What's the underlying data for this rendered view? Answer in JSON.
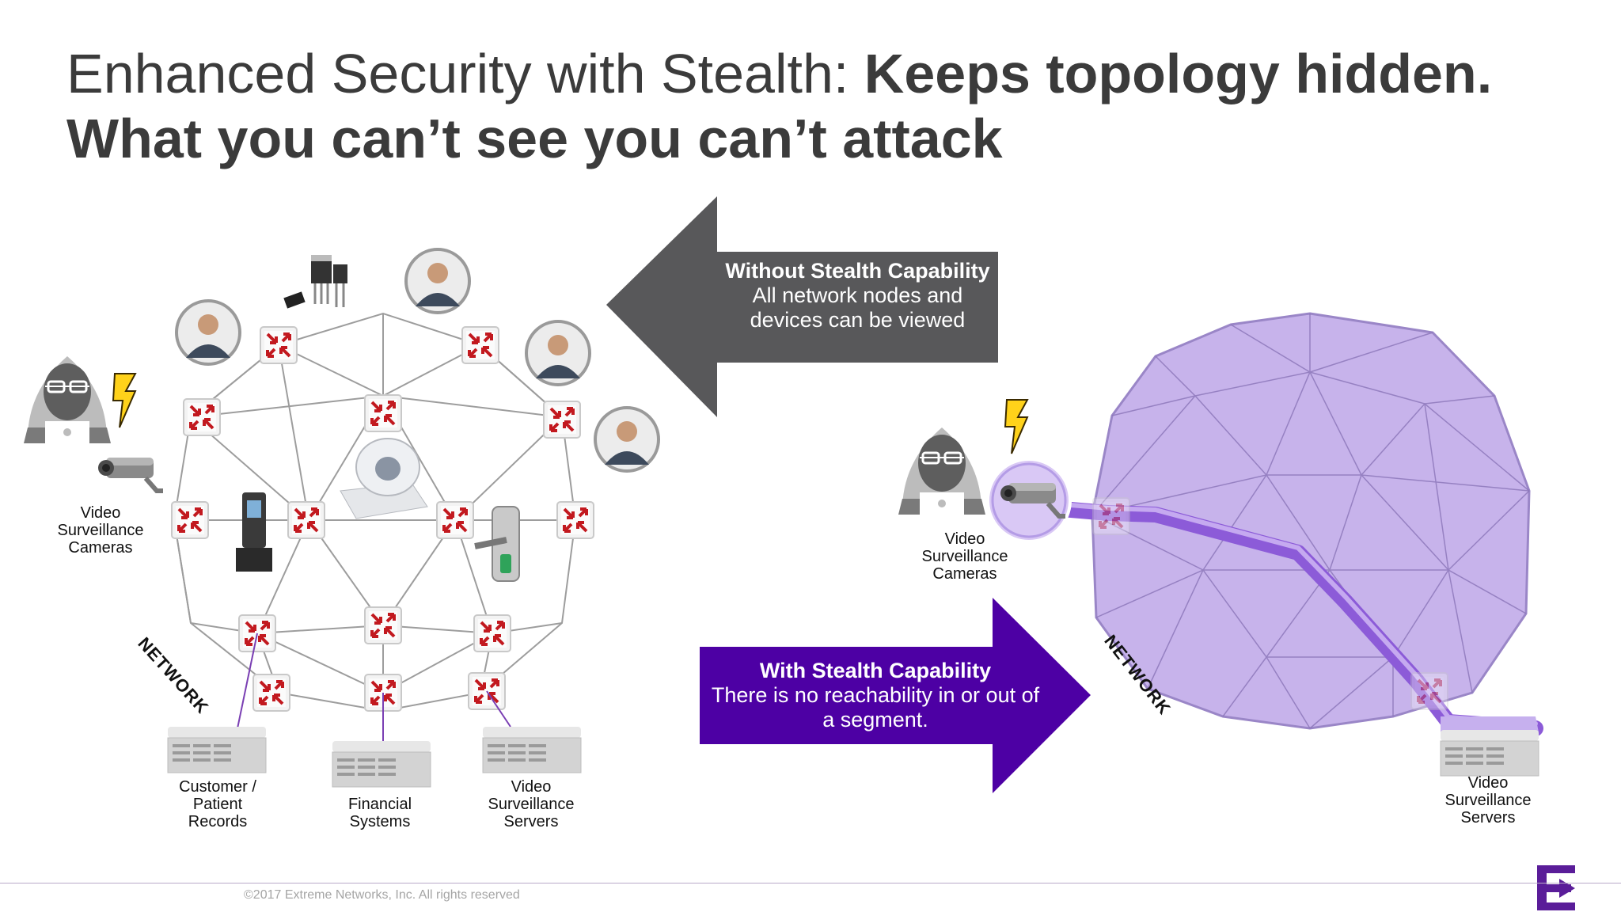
{
  "title": {
    "line1_light": "Enhanced Security with Stealth:  ",
    "line1_bold": "Keeps topology hidden.",
    "line2": "What you can’t see you can’t attack"
  },
  "left_diagram": {
    "network_label": "NETWORK",
    "cameras_label": "Video\nSurveillance\nCameras",
    "servers": [
      {
        "label": "Customer /\nPatient\nRecords"
      },
      {
        "label": "Financial\nSystems"
      },
      {
        "label": "Video\nSurveillance\nServers"
      }
    ]
  },
  "without_box": {
    "heading": "Without Stealth Capability",
    "body": "All network nodes and devices can be viewed",
    "color": "#58585a"
  },
  "with_box": {
    "heading": "With Stealth Capability",
    "body": "There is no reachability in or out of a segment.",
    "color": "#4d00a4"
  },
  "right_diagram": {
    "network_label": "NETWORK",
    "cameras_label": "Video\nSurveillance\nCameras",
    "servers_label": "Video\nSurveillance\nServers",
    "sphere_color": "#b9a0e6"
  },
  "footer": {
    "copyright": "©2017 Extreme Networks, Inc.  All rights reserved",
    "brand_color": "#5a1d99"
  }
}
